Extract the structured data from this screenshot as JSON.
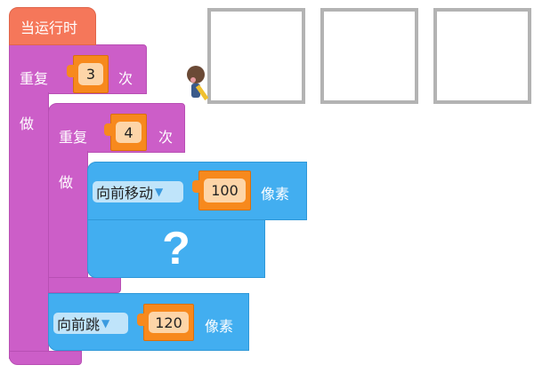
{
  "event_block": {
    "label": "当运行时"
  },
  "outer_repeat": {
    "label": "重复",
    "count": "3",
    "unit": "次",
    "do_label": "做"
  },
  "inner_repeat": {
    "label": "重复",
    "count": "4",
    "unit": "次",
    "do_label": "做"
  },
  "move_block": {
    "direction": "向前移动",
    "dropdown_icon": "▼",
    "value": "100",
    "unit": "像素"
  },
  "missing_block": {
    "label": "?"
  },
  "jump_block": {
    "direction": "向前跳",
    "dropdown_icon": "▼",
    "value": "120",
    "unit": "像素"
  },
  "colors": {
    "event": "#f5775a",
    "loop": "#cc5ec8",
    "motion": "#42aef0",
    "number": "#f7891d",
    "grid": "#b3b3b3"
  }
}
